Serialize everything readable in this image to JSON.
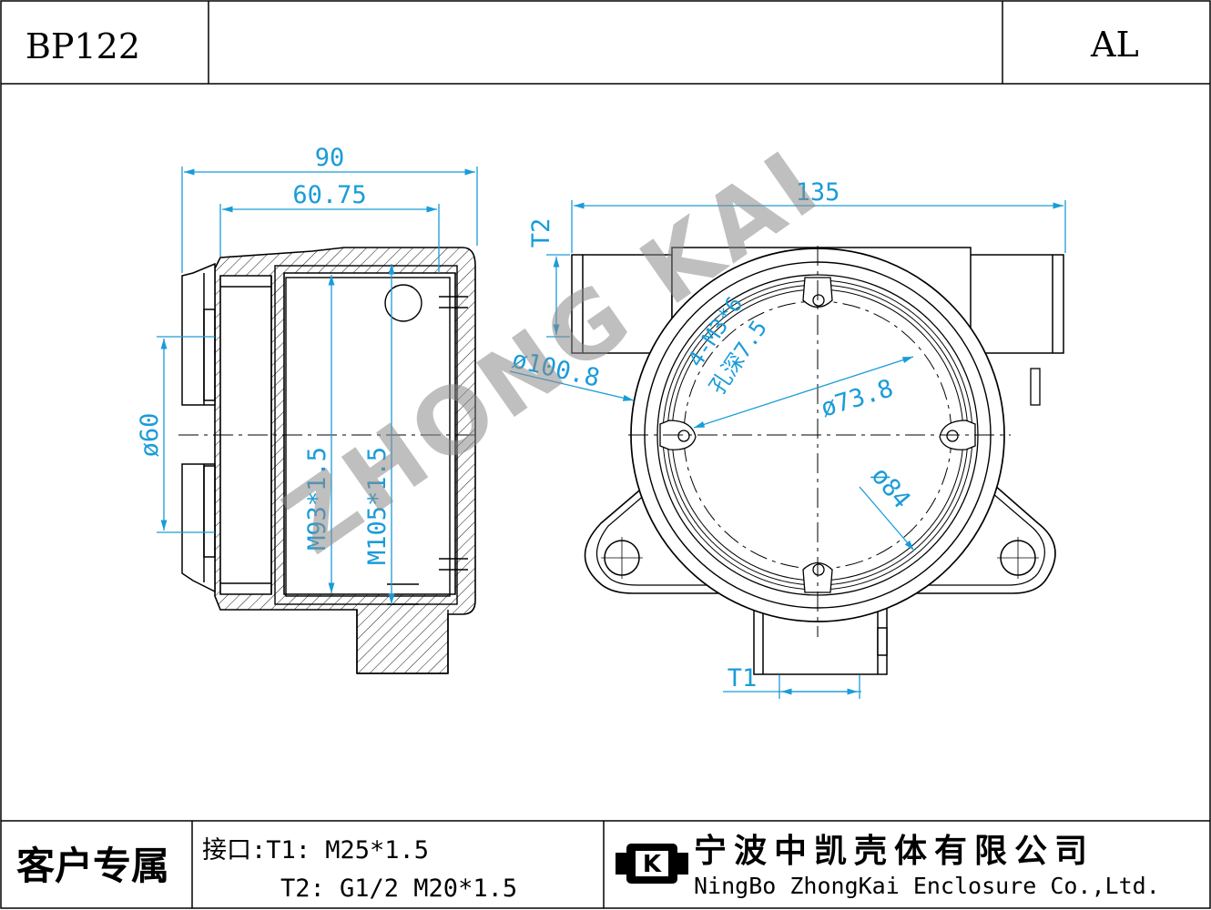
{
  "title_block": {
    "model": "BP122",
    "material": "AL",
    "customer_label": "客户专属",
    "interface_label": "接口:T1: M25*1.5",
    "interface_t2": "T2: G1/2 M20*1.5",
    "company_cn": "宁波中凯壳体有限公司",
    "company_en": "NingBo ZhongKai Enclosure Co.,Ltd.",
    "logo_letter": "K"
  },
  "watermark": "ZHONG KAI",
  "side_view": {
    "dim_overall": "90",
    "dim_inner": "60.75",
    "dim_dia": "ø60",
    "dim_thread_small": "M93*1.5",
    "dim_thread_large": "M105*1.5"
  },
  "front_view": {
    "dim_width": "135",
    "dim_t2": "T2",
    "dim_t1": "T1",
    "dim_outer_dia": "ø100.8",
    "dim_hole_line1": "4-M3*6",
    "dim_hole_line2": "孔深7.5",
    "dim_pcd": "ø73.8",
    "dim_window": "ø84"
  },
  "colors": {
    "dimension": "#1a9cd8",
    "outline": "#000000",
    "watermark": "#8a8a8a"
  }
}
